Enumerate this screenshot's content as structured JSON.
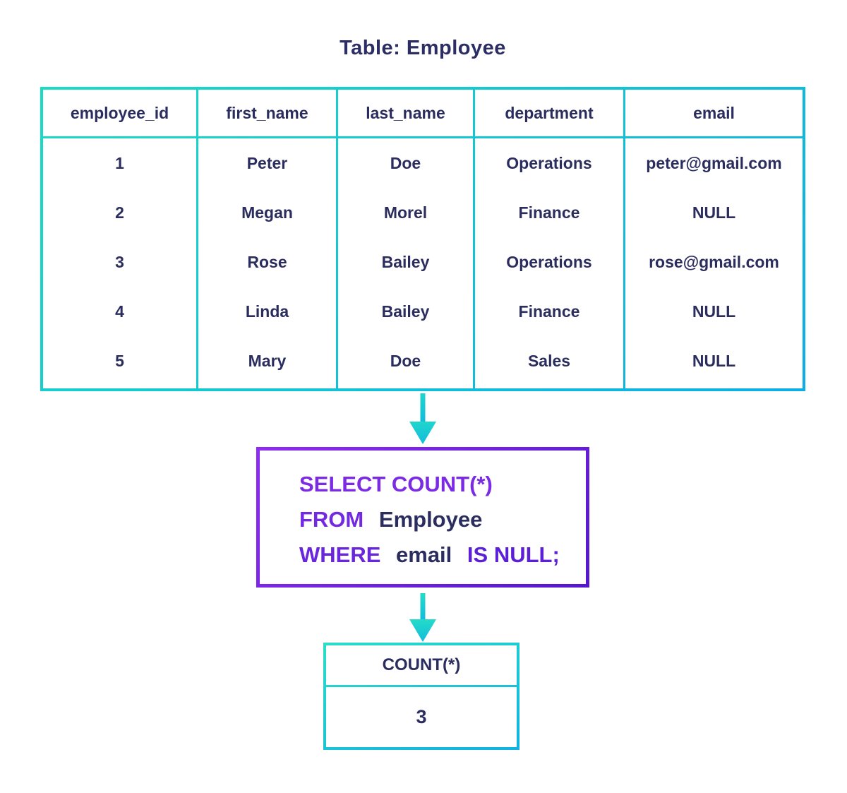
{
  "title": "Table: Employee",
  "employee_table": {
    "headers": [
      "employee_id",
      "first_name",
      "last_name",
      "department",
      "email"
    ],
    "rows": [
      [
        "1",
        "Peter",
        "Doe",
        "Operations",
        "peter@gmail.com"
      ],
      [
        "2",
        "Megan",
        "Morel",
        "Finance",
        "NULL"
      ],
      [
        "3",
        "Rose",
        "Bailey",
        "Operations",
        "rose@gmail.com"
      ],
      [
        "4",
        "Linda",
        "Bailey",
        "Finance",
        "NULL"
      ],
      [
        "5",
        "Mary",
        "Doe",
        "Sales",
        "NULL"
      ]
    ]
  },
  "query": {
    "lines": [
      [
        {
          "text": "SELECT COUNT(*)",
          "role": "keyword"
        }
      ],
      [
        {
          "text": "FROM",
          "role": "keyword"
        },
        {
          "text": "Employee",
          "role": "identifier"
        }
      ],
      [
        {
          "text": "WHERE",
          "role": "keyword"
        },
        {
          "text": "email",
          "role": "identifier"
        },
        {
          "text": "IS NULL;",
          "role": "keyword"
        }
      ]
    ]
  },
  "result_table": {
    "header": "COUNT(*)",
    "value": "3"
  },
  "colors": {
    "text_navy": "#2b2d5f",
    "table_border_start": "#1adcc3",
    "table_border_end": "#0baee5",
    "arrow_start": "#1fd6cc",
    "arrow_end": "#12bbdc",
    "sql_border_start": "#8e2cf2",
    "sql_border_end": "#5517cd",
    "kw_select": "#7c2be5",
    "kw_from": "#7329e1",
    "kw_where": "#6a26dd",
    "kw_isnull": "#5b1fd6"
  }
}
